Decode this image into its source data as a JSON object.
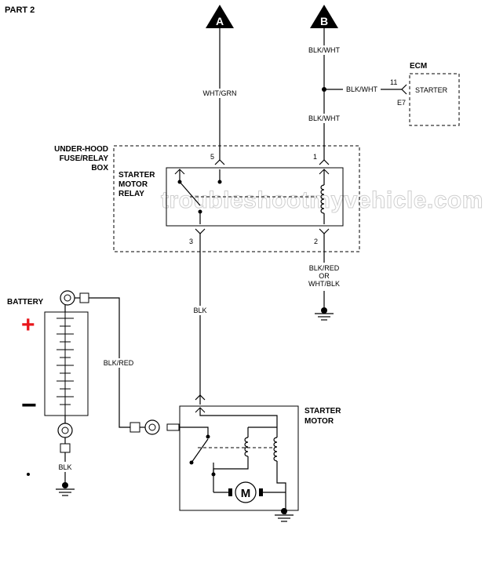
{
  "diagram": {
    "part_label": "PART 2",
    "watermark": "troubleshootmyvehicle.com",
    "connectors": {
      "a": "A",
      "b": "B"
    },
    "wires": {
      "wht_grn": "WHT/GRN",
      "blk_wht_top": "BLK/WHT",
      "blk_wht_ecm": "BLK/WHT",
      "blk_wht_mid": "BLK/WHT",
      "blk_red_line1": "BLK/RED",
      "blk_red_line2": "OR",
      "blk_red_line3": "WHT/BLK",
      "blk": "BLK",
      "blk_red_battery": "BLK/RED",
      "blk_ground": "BLK"
    },
    "ecm": {
      "title": "ECM",
      "pin_number": "11",
      "connector_id": "E7",
      "pin_label": "STARTER"
    },
    "fuse_box": {
      "label_line1": "UNDER-HOOD",
      "label_line2": "FUSE/RELAY",
      "label_line3": "BOX"
    },
    "relay": {
      "label_line1": "STARTER",
      "label_line2": "MOTOR",
      "label_line3": "RELAY",
      "pins": {
        "p5": "5",
        "p1": "1",
        "p3": "3",
        "p2": "2"
      }
    },
    "battery": {
      "label": "BATTERY",
      "plus": "+",
      "minus": "−"
    },
    "starter_motor": {
      "label_line1": "STARTER",
      "label_line2": "MOTOR",
      "motor_symbol": "M"
    },
    "colors": {
      "plus_color": "#e8161b",
      "ink": "#000000",
      "watermark": "#cfcfcf"
    }
  }
}
